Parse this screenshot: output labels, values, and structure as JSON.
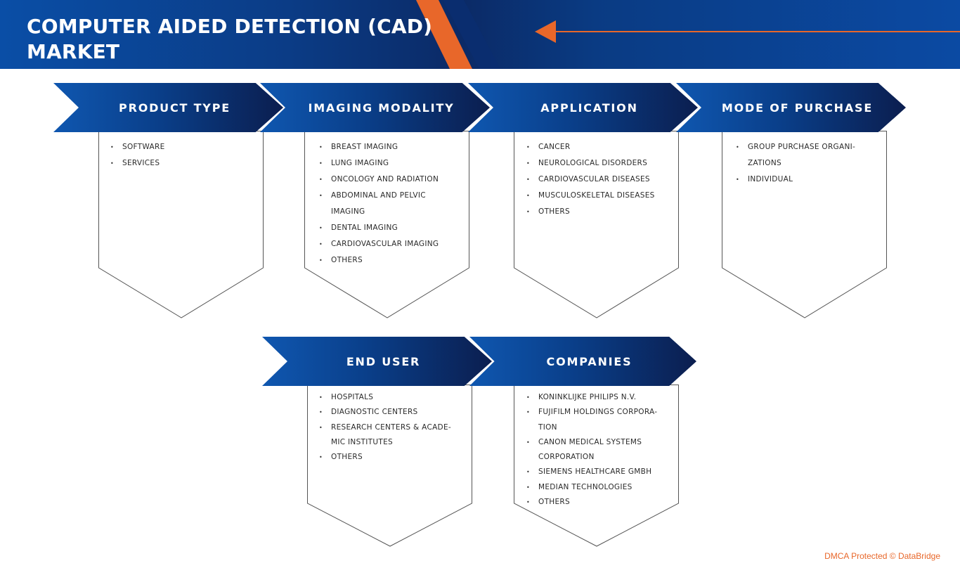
{
  "header": {
    "title_line1": "COMPUTER AIDED DETECTION (CAD)",
    "title_line2": "MARKET"
  },
  "colors": {
    "accent": "#e8672a",
    "navy": "#0b2a66",
    "blue": "#0f57b0"
  },
  "segments": {
    "product_type": {
      "label": "PRODUCT TYPE",
      "items": [
        "SOFTWARE",
        "SERVICES"
      ]
    },
    "imaging_modality": {
      "label": "IMAGING MODALITY",
      "items": [
        "BREAST IMAGING",
        "LUNG IMAGING",
        "ONCOLOGY AND RADIATION",
        "ABDOMINAL AND PELVIC",
        "IMAGING",
        "DENTAL IMAGING",
        "CARDIOVASCULAR IMAGING",
        " OTHERS"
      ]
    },
    "application": {
      "label": "APPLICATION",
      "items": [
        "CANCER",
        "NEUROLOGICAL DISORDERS",
        "CARDIOVASCULAR DISEASES",
        "MUSCULOSKELETAL DISEASES",
        "OTHERS"
      ]
    },
    "mode_of_purchase": {
      "label": "MODE OF PURCHASE",
      "items": [
        "GROUP PURCHASE ORGANI-",
        "ZATIONS",
        "INDIVIDUAL"
      ]
    },
    "end_user": {
      "label": "END USER",
      "items": [
        "HOSPITALS",
        "DIAGNOSTIC CENTERS",
        "RESEARCH CENTERS & ACADE-",
        "MIC INSTITUTES",
        "OTHERS"
      ]
    },
    "companies": {
      "label": "COMPANIES",
      "items": [
        "KONINKLIJKE PHILIPS N.V.",
        "FUJIFILM HOLDINGS CORPORA-",
        "TION",
        "CANON MEDICAL SYSTEMS",
        "CORPORATION",
        " SIEMENS HEALTHCARE GMBH",
        "MEDIAN TECHNOLOGIES",
        "OTHERS"
      ]
    }
  },
  "footer": {
    "text": "DMCA Protected © DataBridge"
  }
}
